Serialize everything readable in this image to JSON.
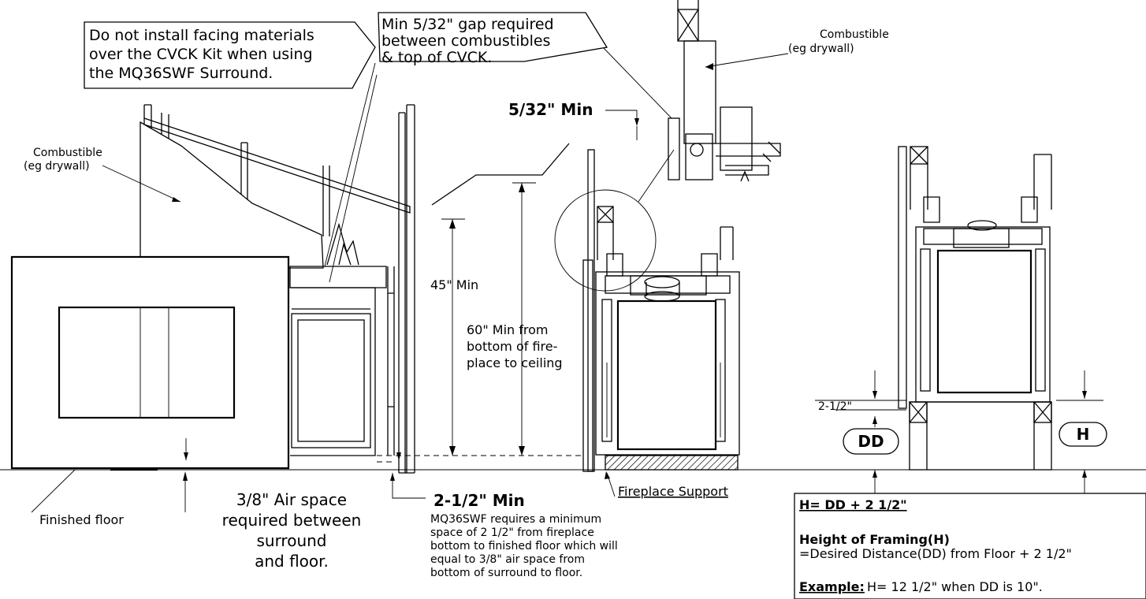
{
  "callouts": {
    "facing_warning": [
      "Do not install facing materials",
      "over the CVCK Kit when using",
      "the MQ36SWF Surround."
    ],
    "gap_required": [
      "Min 5/32\"  gap required",
      "between combustibles",
      "& top of CVCK."
    ],
    "combustible_left": [
      "Combustible",
      "(eg drywall)"
    ],
    "combustible_right": [
      "Combustible",
      "(eg drywall)"
    ],
    "gap_min": "5/32\" Min",
    "wall_min": "45\" Min",
    "ceiling_min": [
      "60\" Min from",
      "bottom of fire-",
      "place to ceiling"
    ],
    "finished_floor": "Finished floor",
    "air_space": [
      "3/8\" Air space",
      "required between",
      "surround",
      "and floor."
    ],
    "bottom_min_title": "2-1/2\" Min",
    "bottom_min_text": [
      "MQ36SWF requires a minimum",
      "space of 2 1/2\" from fireplace",
      "bottom to finished floor which will",
      "equal to 3/8\" air space from",
      "bottom of surround to floor."
    ],
    "fireplace_support": "Fireplace Support",
    "dim_2_5": "2-1/2\"",
    "dd_label": "DD",
    "h_label": "H"
  },
  "formula_box": {
    "formula": "H= DD + 2 1/2\"",
    "heading": "Height of Framing(H)",
    "definition": "=Desired Distance(DD) from Floor + 2 1/2\"",
    "example_label": "Example:",
    "example_text": "H= 12 1/2\" when DD is 10\"."
  }
}
